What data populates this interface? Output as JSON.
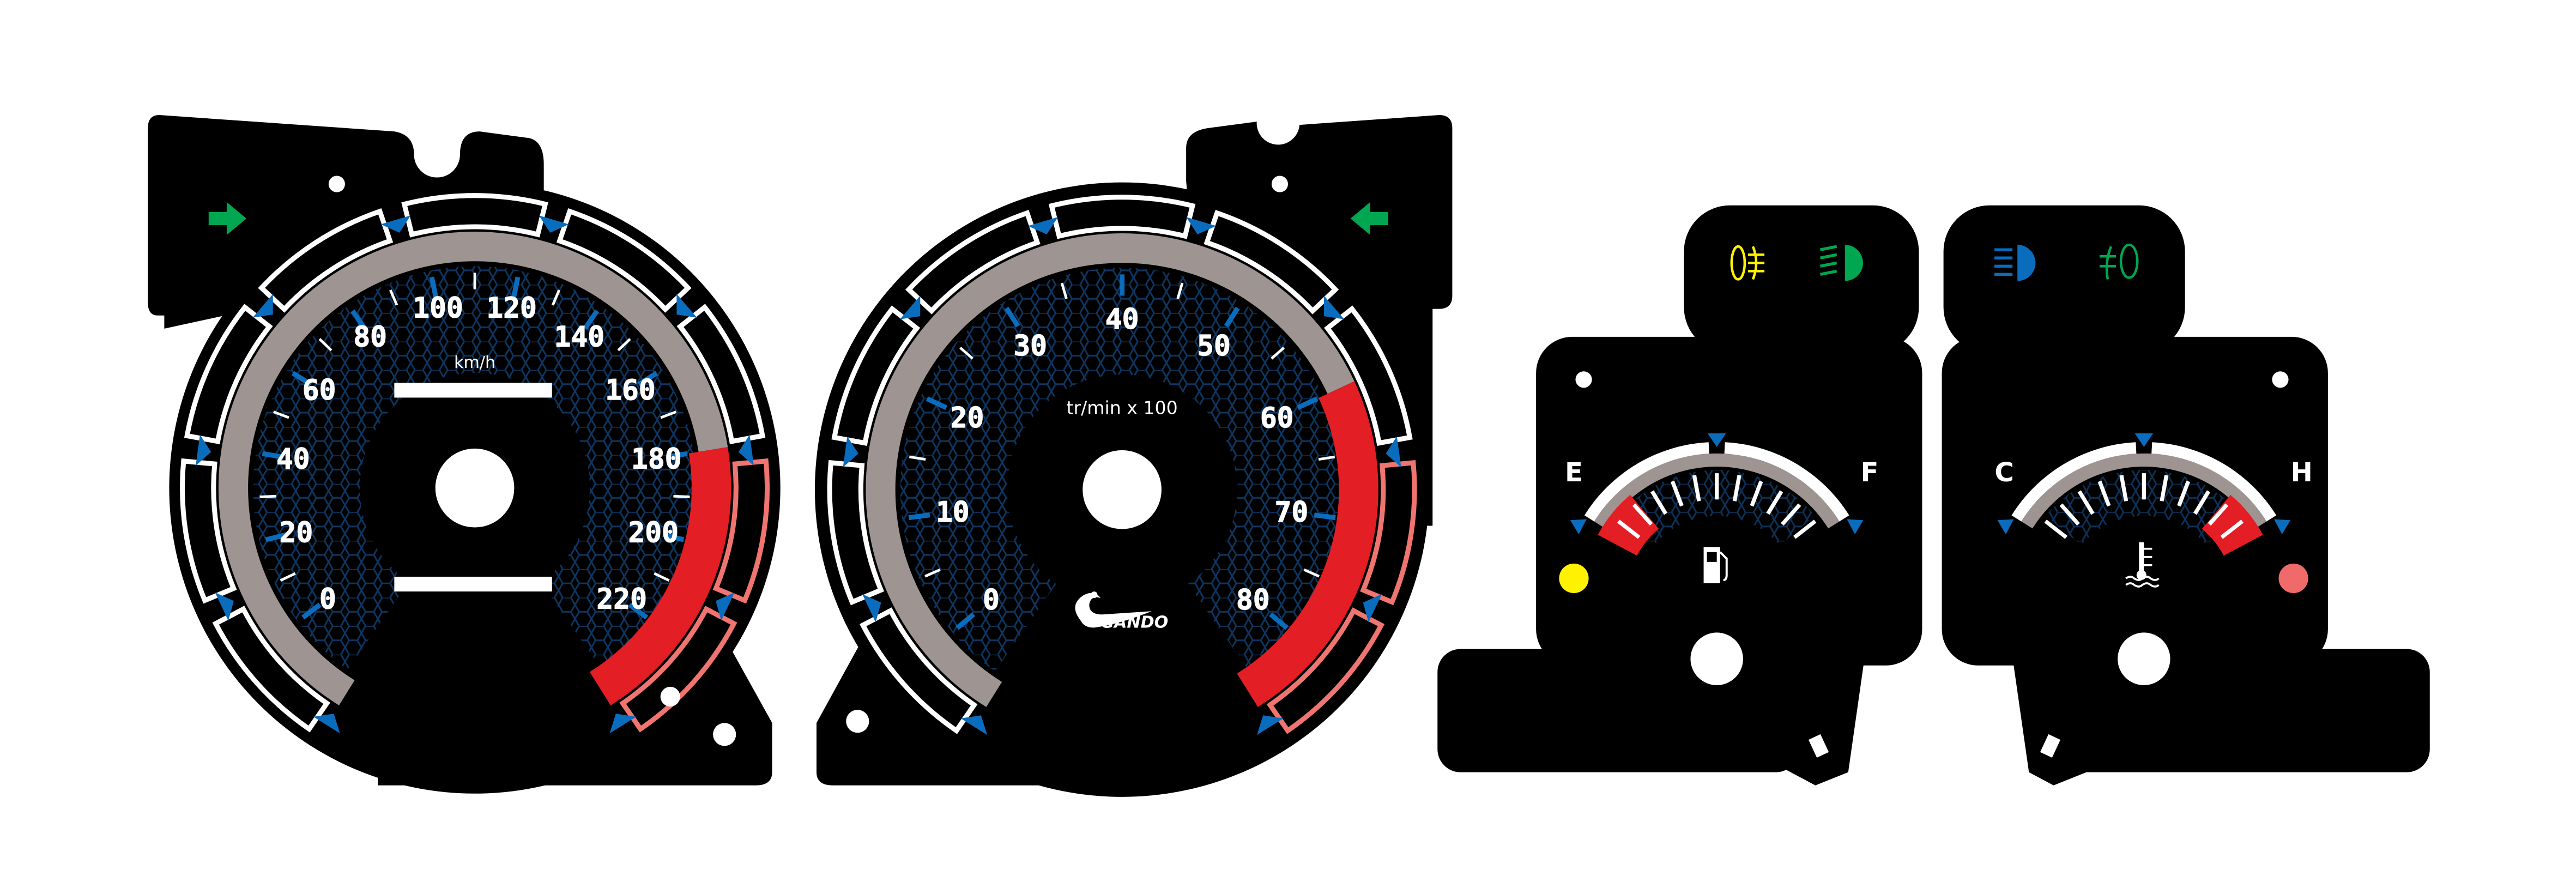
{
  "colors": {
    "panel": "#000000",
    "accent_blue": "#0a6cbc",
    "band_gray": "#9e9491",
    "redline": "#e31e24",
    "redline_light": "#f07470",
    "indicator_green": "#00a650",
    "fuel_warning": "#fff200",
    "temp_warning": "#f06a6a",
    "hex_pattern": "#1a63b0"
  },
  "speedometer": {
    "unit": "km/h",
    "labels": [
      "0",
      "20",
      "40",
      "60",
      "80",
      "100",
      "120",
      "140",
      "160",
      "180",
      "200",
      "220"
    ],
    "max": 220,
    "redline_from": 180,
    "turn_signal_icon": "arrow-right-icon"
  },
  "tachometer": {
    "unit": "tr/min x 100",
    "labels": [
      "0",
      "10",
      "20",
      "30",
      "40",
      "50",
      "60",
      "70",
      "80"
    ],
    "max": 80,
    "redline_from": 60,
    "brand": "GANDO",
    "brand_icon": "gecko-logo-icon",
    "turn_signal_icon": "arrow-left-icon"
  },
  "fuel_gauge": {
    "empty_label": "E",
    "full_label": "F",
    "icon": "fuel-pump-icon",
    "warning_icon": "fuel-warning-dot-icon",
    "indicators": [
      "front-fog-light-icon",
      "low-beam-icon"
    ]
  },
  "temp_gauge": {
    "cold_label": "C",
    "hot_label": "H",
    "icon": "coolant-temperature-icon",
    "warning_icon": "temp-warning-dot-icon",
    "indicators": [
      "high-beam-icon",
      "rear-fog-light-icon"
    ]
  }
}
